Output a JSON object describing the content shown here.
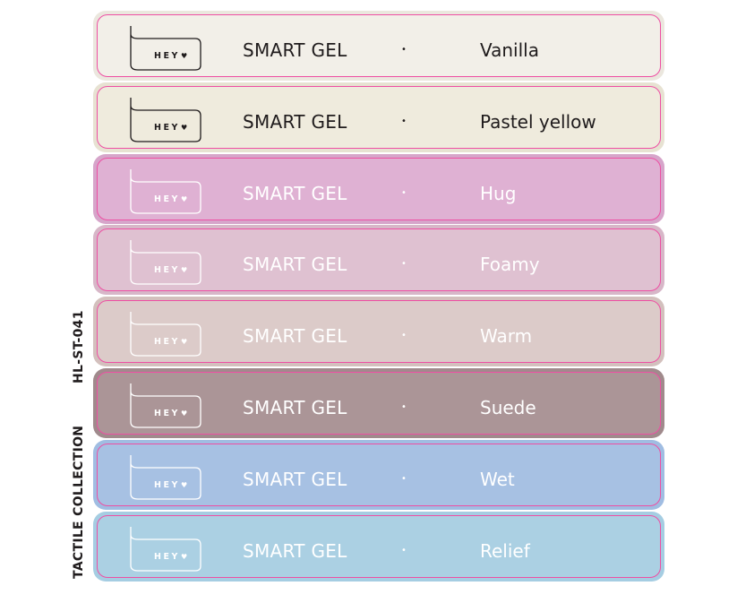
{
  "side_labels": {
    "code": "HL-ST-041",
    "collection": "TACTILE COLLECTION"
  },
  "accent_border": "#ee4fa3",
  "rows": [
    {
      "brand": "HEY",
      "product": "SMART GEL",
      "separator": "•",
      "shade": "Vanilla",
      "bg": "#f2efe8",
      "frame": "#ebe7de",
      "text": "#1f1b1c"
    },
    {
      "brand": "HEY",
      "product": "SMART GEL",
      "separator": "•",
      "shade": "Pastel yellow",
      "bg": "#efebdd",
      "frame": "#e7e2d2",
      "text": "#1f1b1c"
    },
    {
      "brand": "HEY",
      "product": "SMART GEL",
      "separator": "•",
      "shade": "Hug",
      "bg": "#dfb1d3",
      "frame": "#d6a5ca",
      "text": "#ffffff"
    },
    {
      "brand": "HEY",
      "product": "SMART GEL",
      "separator": "•",
      "shade": "Foamy",
      "bg": "#dfc1d1",
      "frame": "#d7b7c8",
      "text": "#ffffff"
    },
    {
      "brand": "HEY",
      "product": "SMART GEL",
      "separator": "•",
      "shade": "Warm",
      "bg": "#dccbc9",
      "frame": "#d3c0bd",
      "text": "#ffffff"
    },
    {
      "brand": "HEY",
      "product": "SMART GEL",
      "separator": "•",
      "shade": "Suede",
      "bg": "#ab9597",
      "frame": "#a08a8c",
      "text": "#ffffff"
    },
    {
      "brand": "HEY",
      "product": "SMART GEL",
      "separator": "•",
      "shade": "Wet",
      "bg": "#a7c1e3",
      "frame": "#a0bde2",
      "text": "#ffffff"
    },
    {
      "brand": "HEY",
      "product": "SMART GEL",
      "separator": "•",
      "shade": "Relief",
      "bg": "#abd0e3",
      "frame": "#a5cde2",
      "text": "#ffffff"
    }
  ]
}
